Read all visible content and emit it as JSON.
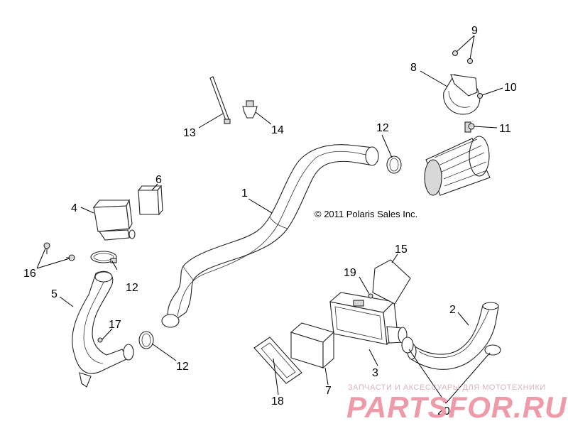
{
  "copyright": "© 2011 Polaris Sales Inc.",
  "watermark": {
    "tagline": "ЗАПЧАСТИ И АКСЕССУАРЫ ДЛЯ МОТОТЕХНИКИ",
    "brand": "PARTSFOR.RU"
  },
  "callouts": [
    "1",
    "2",
    "3",
    "4",
    "5",
    "6",
    "7",
    "8",
    "9",
    "10",
    "11",
    "12",
    "12",
    "12",
    "13",
    "14",
    "15",
    "16",
    "17",
    "18",
    "19",
    "20"
  ]
}
